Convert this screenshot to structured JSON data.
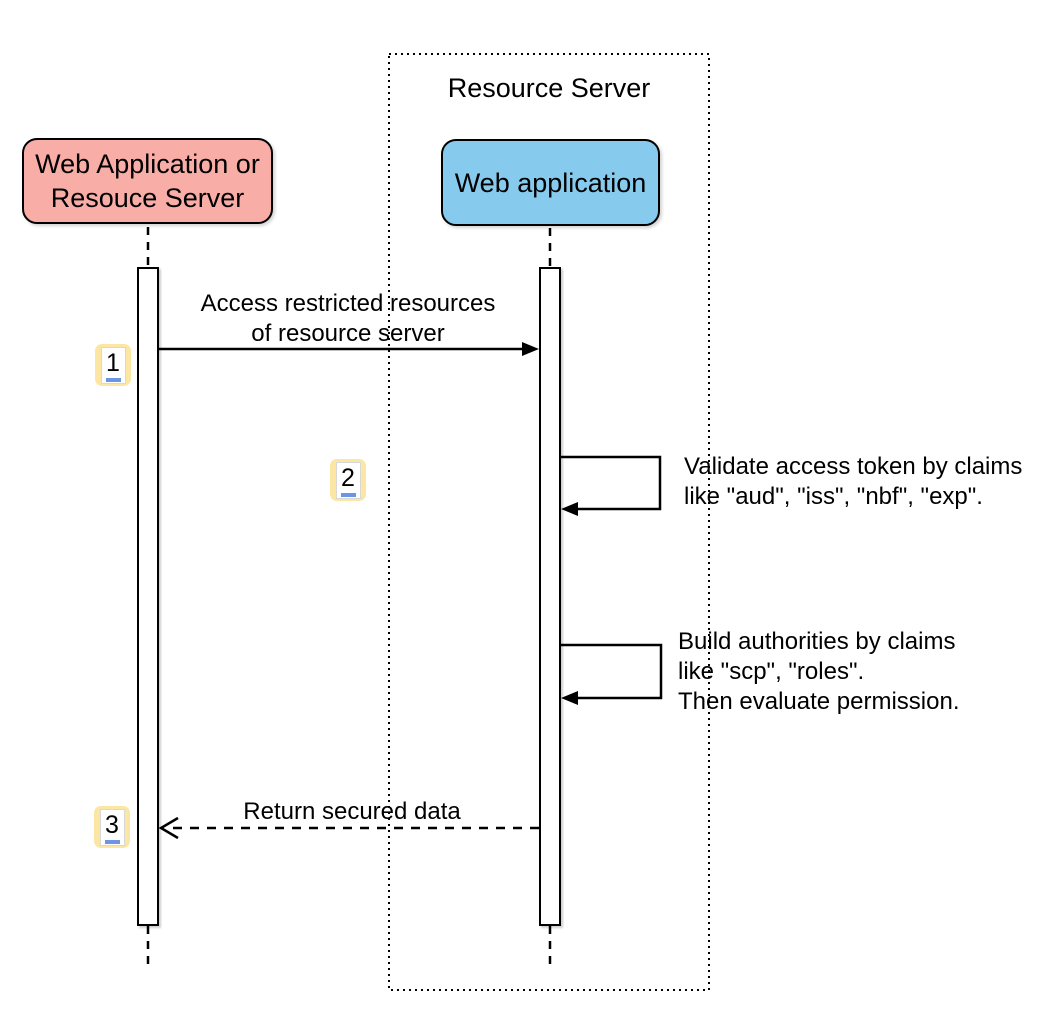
{
  "boundary": {
    "title": "Resource Server"
  },
  "participants": {
    "left": {
      "line1": "Web Application or",
      "line2": "Resouce Server"
    },
    "right": {
      "label": "Web application"
    }
  },
  "messages": {
    "m1": {
      "num": "1",
      "line1": "Access restricted resources",
      "line2": "of resource server"
    },
    "m2": {
      "num": "2",
      "line1": "Validate access token by claims",
      "line2": "like \"aud\", \"iss\", \"nbf\", \"exp\"."
    },
    "m2b": {
      "line1": "Build authorities by claims",
      "line2": "like \"scp\", \"roles\".",
      "line3": "Then evaluate permission."
    },
    "m3": {
      "num": "3",
      "label": "Return secured data"
    }
  },
  "colors": {
    "participant_left_fill": "#F8ADA6",
    "participant_right_fill": "#86CAED",
    "badge_fill": "#FBE7A3",
    "badge_underline": "#6C95E3",
    "activation_fill": "#FFFFFF",
    "stroke": "#000000",
    "background": "#FFFFFF"
  }
}
